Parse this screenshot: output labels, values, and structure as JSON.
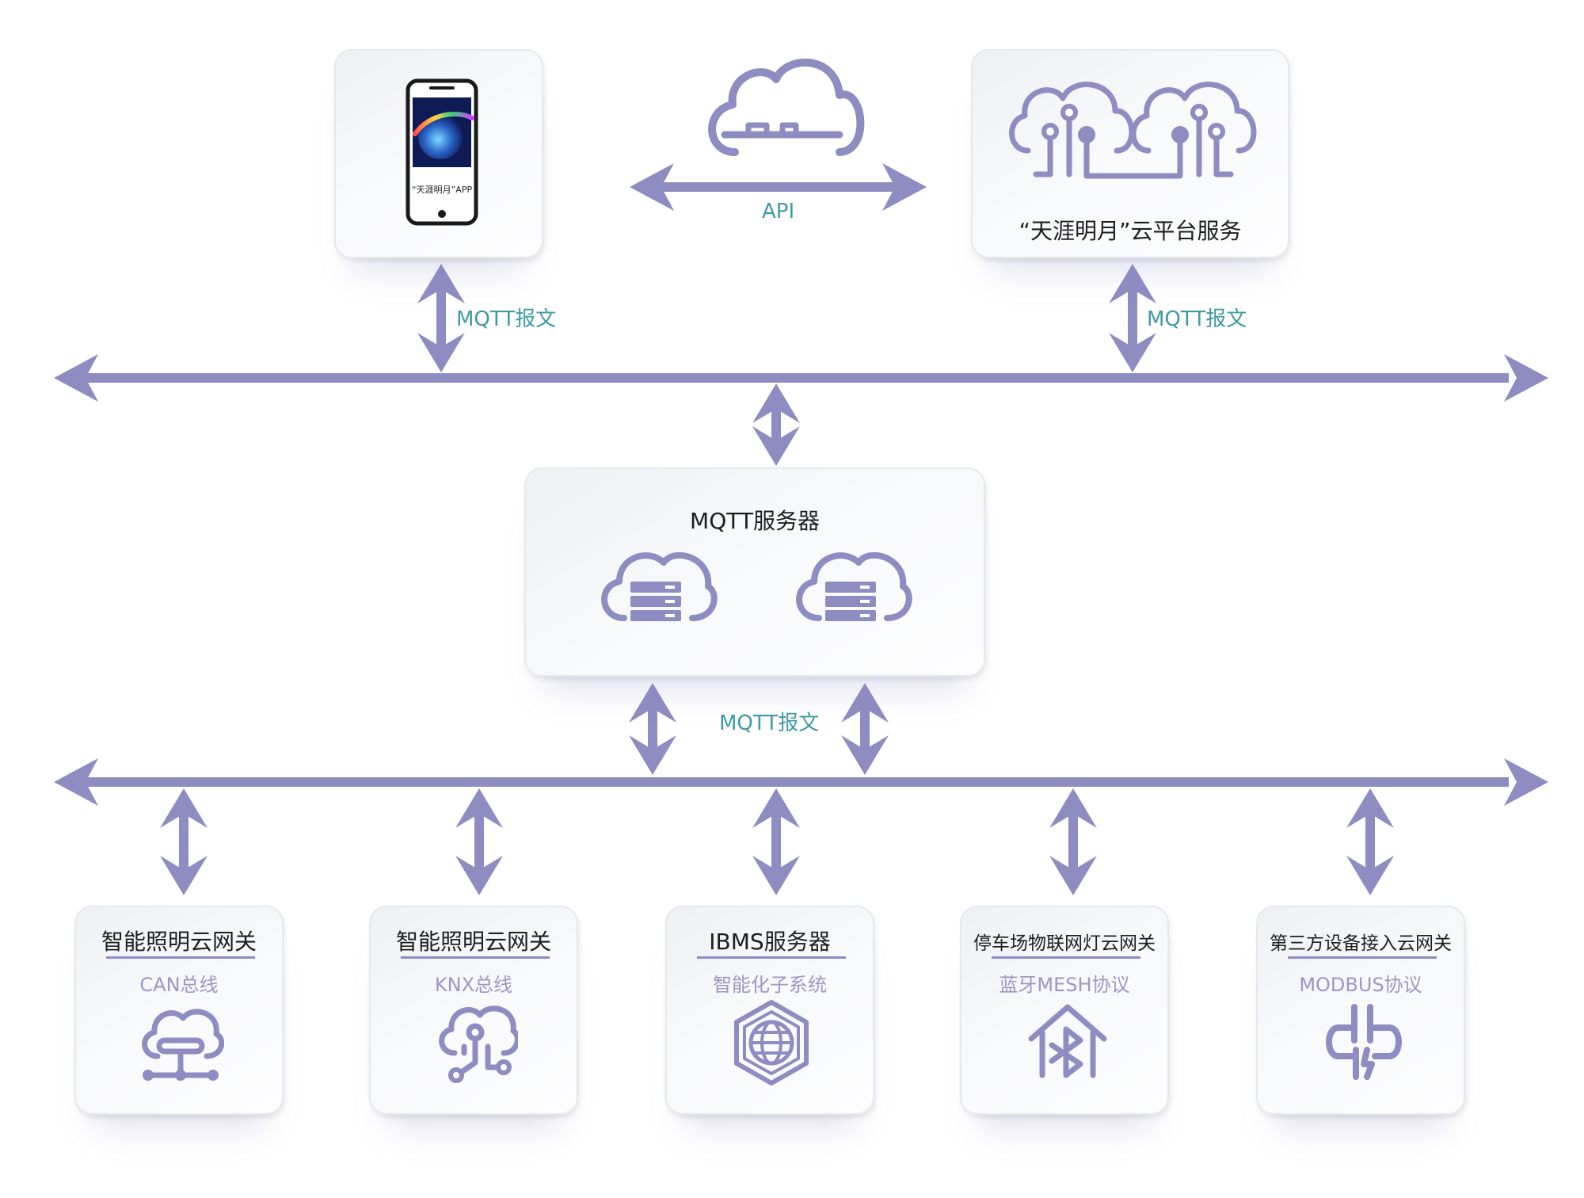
{
  "colors": {
    "accent": "#8e8cc1",
    "label_teal": "#3f9aa4",
    "title_dark": "#1e1e1e",
    "sub_purple": "#9a98c6"
  },
  "top": {
    "app": {
      "icon": "smartphone-icon",
      "screen_label": "“天涯明月”APP"
    },
    "api_label": "API",
    "cloud_platform": {
      "icon": "cloud-tree-network-icon",
      "title": "“天涯明月”云平台服务"
    },
    "mqtt_left": "MQTT报文",
    "mqtt_right": "MQTT报文"
  },
  "server": {
    "title": "MQTT服务器",
    "icons": [
      "cloud-server-icon",
      "cloud-server-icon"
    ]
  },
  "mqtt_middle": "MQTT报文",
  "gateways": [
    {
      "title": "智能照明云网关",
      "sub": "CAN总线",
      "icon": "cloud-network-icon"
    },
    {
      "title": "智能照明云网关",
      "sub": "KNX总线",
      "icon": "cloud-circuit-icon"
    },
    {
      "title": "IBMS服务器",
      "sub": "智能化子系统",
      "icon": "globe-hexagon-icon"
    },
    {
      "title": "停车场物联网灯云网关",
      "sub": "蓝牙MESH协议",
      "icon": "bluetooth-house-icon"
    },
    {
      "title": "第三方设备接入云网关",
      "sub": "MODBUS协议",
      "icon": "plug-connector-icon"
    }
  ]
}
